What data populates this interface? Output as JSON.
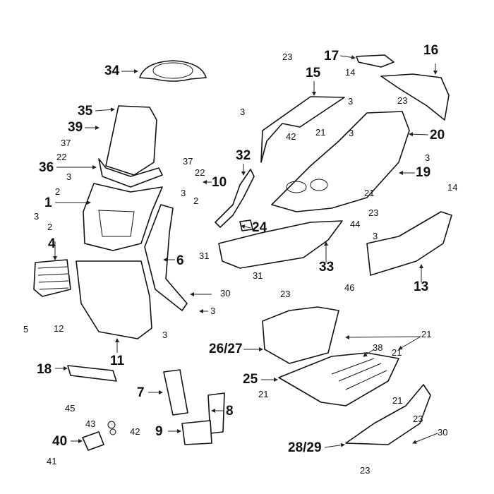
{
  "diagram": {
    "type": "exploded parts diagram",
    "callouts": {
      "c34": "34",
      "c35": "35",
      "c39": "39",
      "c37a": "37",
      "c22a": "22",
      "c36": "36",
      "c3a": "3",
      "c2a": "2",
      "c1": "1",
      "c3b": "3",
      "c2b": "2",
      "c4": "4",
      "c5": "5",
      "c12": "12",
      "c11": "11",
      "c37b": "37",
      "c22b": "22",
      "c10": "10",
      "c3c": "3",
      "c2c": "2",
      "c6": "6",
      "c30a": "30",
      "c3d": "3",
      "c3e": "3",
      "c31a": "31",
      "c32": "32",
      "c24": "24",
      "c33": "33",
      "c31b": "31",
      "c23a": "23",
      "c15": "15",
      "c3f": "3",
      "c17": "17",
      "c14a": "14",
      "c16": "16",
      "c3g": "3",
      "c23b": "23",
      "c21a": "21",
      "c3h": "3",
      "c20": "20",
      "c42a": "42",
      "c3i": "3",
      "c19": "19",
      "c21b": "21",
      "c23c": "23",
      "c14b": "14",
      "c44": "44",
      "c3j": "3",
      "c46": "46",
      "c13": "13",
      "c23d": "23",
      "c21c": "21",
      "c2627": "26/27",
      "c38": "38",
      "c21d": "21",
      "c25": "25",
      "c21e": "21",
      "c21f": "21",
      "c23e": "23",
      "c30b": "30",
      "c2829": "28/29",
      "c23f": "23",
      "c18": "18",
      "c45": "45",
      "c7": "7",
      "c8": "8",
      "c9": "9",
      "c43": "43",
      "c42b": "42",
      "c40": "40",
      "c41": "41"
    }
  }
}
